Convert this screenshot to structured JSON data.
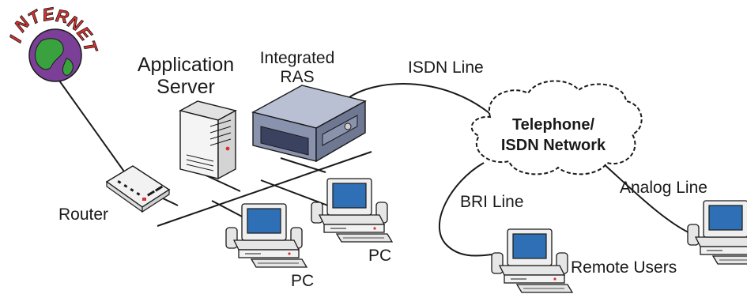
{
  "diagram": {
    "internet_logo": "INTERNET",
    "labels": {
      "application_server": [
        "Application",
        "Server"
      ],
      "integrated_ras": [
        "Integrated",
        "RAS"
      ],
      "isdn_line": "ISDN Line",
      "cloud": [
        "Telephone/",
        "ISDN Network"
      ],
      "bri_line": "BRI Line",
      "analog_line": "Analog Line",
      "router": "Router",
      "pc_left": "PC",
      "pc_right": "PC",
      "remote_users": "Remote Users"
    },
    "colors": {
      "globe_ocean": "#7b3f98",
      "globe_land": "#39a23e",
      "logo_text": "#d8322f",
      "screen": "#2f6fb5",
      "device_body": "#f2f2f2",
      "ras_body": "#8a93ad",
      "line": "#1a1a1a"
    },
    "icons": [
      "globe-icon",
      "server-icon",
      "ras-rack-icon",
      "router-icon",
      "pc-icon",
      "cloud-icon"
    ]
  }
}
